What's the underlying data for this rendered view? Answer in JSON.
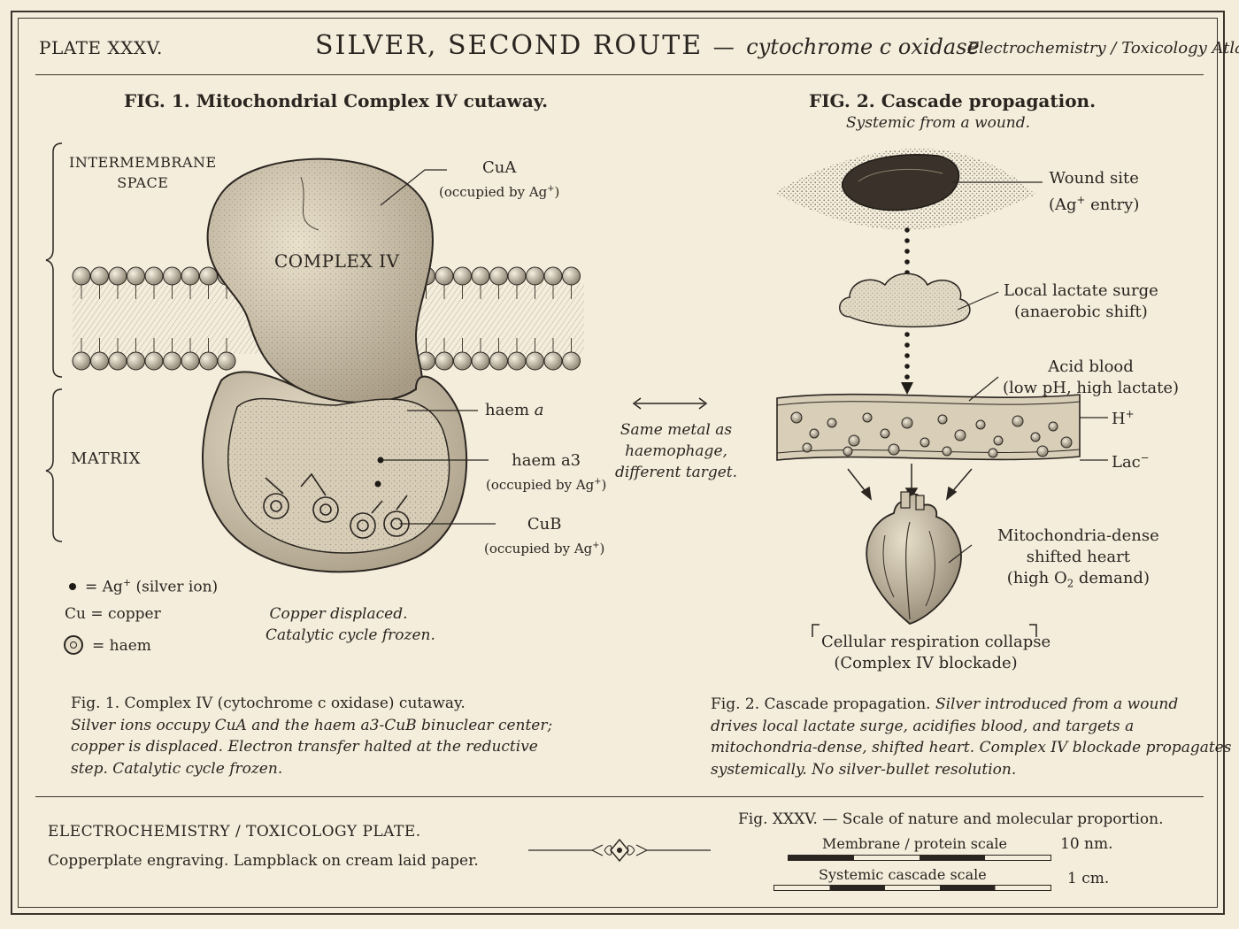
{
  "header": {
    "plate": "PLATE XXXV.",
    "title": "SILVER, SECOND ROUTE",
    "dash": "—",
    "subtitle": "cytochrome c oxidase",
    "atlas": "Electrochemistry / Toxicology Atlas"
  },
  "fig1": {
    "heading": "FIG. 1.  Mitochondrial Complex IV cutaway.",
    "region_top_1": "INTERMEMBRANE",
    "region_top_2": "SPACE",
    "region_bottom": "MATRIX",
    "complex_label": "COMPLEX IV",
    "cua": "CuA",
    "cua_note_pre": "(occupied by Ag",
    "haem_a_pre": "haem",
    "haem_a_it": "a",
    "haem_a3": "haem a3",
    "haem_a3_note_pre": "(occupied by Ag",
    "cub": "CuB",
    "cub_note_pre": "(occupied by Ag",
    "sup_plus": "+",
    "close_paren": ")",
    "legend_ag_pre": "= Ag",
    "legend_ag_post": " (silver ion)",
    "legend_cu": "Cu  =  copper",
    "legend_haem": "=  haem",
    "note1": "Copper displaced.",
    "note2": "Catalytic cycle frozen.",
    "caption_title": "Fig. 1. Complex IV (cytochrome c oxidase) cutaway.",
    "caption_1": "Silver ions occupy CuA and the haem a3-CuB binuclear center;",
    "caption_2": "copper is displaced. Electron transfer halted at the reductive",
    "caption_3": "step. Catalytic cycle frozen."
  },
  "middle": {
    "l1": "Same metal as",
    "l2": "haemophage,",
    "l3": "different target."
  },
  "fig2": {
    "heading": "FIG. 2.  Cascade propagation.",
    "subheading": "Systemic from a wound.",
    "wound_1": "Wound site",
    "wound_2_pre": "(Ag",
    "wound_2_post": " entry)",
    "lactate_1": "Local lactate surge",
    "lactate_2": "(anaerobic shift)",
    "acid_1": "Acid blood",
    "acid_2": "(low pH, high lactate)",
    "h_pre": "H",
    "lac_pre": "Lac",
    "sup_minus": "−",
    "heart_1": "Mitochondria-dense",
    "heart_2": "shifted heart",
    "heart_3_pre": "(high O",
    "heart_3_sub": "2",
    "heart_3_post": " demand)",
    "collapse_1": "Cellular respiration collapse",
    "collapse_2": "(Complex IV blockade)",
    "caption_title": "Fig. 2. Cascade propagation.",
    "caption_1_it": " Silver introduced from a wound",
    "caption_2": "drives local lactate surge, acidifies blood, and targets a",
    "caption_3": "mitochondria-dense, shifted heart. Complex IV blockade propagates",
    "caption_4": "systemically. No silver-bullet resolution."
  },
  "footer": {
    "left_1": "ELECTROCHEMISTRY / TOXICOLOGY PLATE.",
    "left_2": "Copperplate engraving. Lampblack on cream laid paper.",
    "scale_title": "Fig. XXXV. — Scale of nature and molecular proportion.",
    "scale1_label": "Membrane  /  protein scale",
    "scale1_value": "10 nm.",
    "scale2_label": "Systemic cascade scale",
    "scale2_value": "1 cm."
  },
  "colors": {
    "ink": "#2a2520",
    "paper": "#f4eddc",
    "shade": "#b9ad96"
  }
}
